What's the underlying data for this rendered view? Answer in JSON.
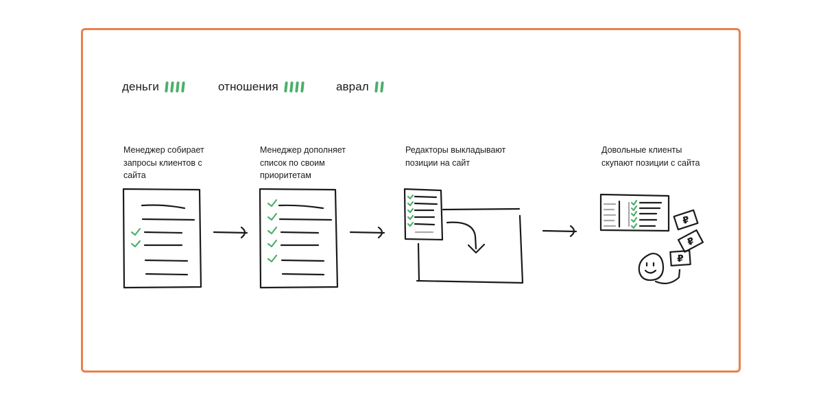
{
  "colors": {
    "frame": "#e8804a",
    "accent_green": "#4caf6a",
    "ink": "#1a1a1a"
  },
  "metrics": [
    {
      "label": "деньги",
      "level": 4,
      "max": 4
    },
    {
      "label": "отношения",
      "level": 4,
      "max": 4
    },
    {
      "label": "аврал",
      "level": 2,
      "max": 4
    }
  ],
  "steps": [
    {
      "caption": "Менеджер собирает\nзапросы клиентов с\nсайта",
      "checked_lines": 2,
      "total_lines": 6
    },
    {
      "caption": "Менеджер дополняет\nсписок по своим\nприоритетам",
      "checked_lines": 5,
      "total_lines": 6
    },
    {
      "caption": "Редакторы выкладывают\nпозиции на сайт",
      "icon": "document-to-website"
    },
    {
      "caption": "Довольные клиенты\nскупают позиции с сайта",
      "icon": "website-smiley-rubles"
    }
  ],
  "currency_symbol": "₽",
  "icons": [
    "arrow-right-icon",
    "checkmark-icon",
    "smiley-icon",
    "ruble-bill-icon"
  ]
}
